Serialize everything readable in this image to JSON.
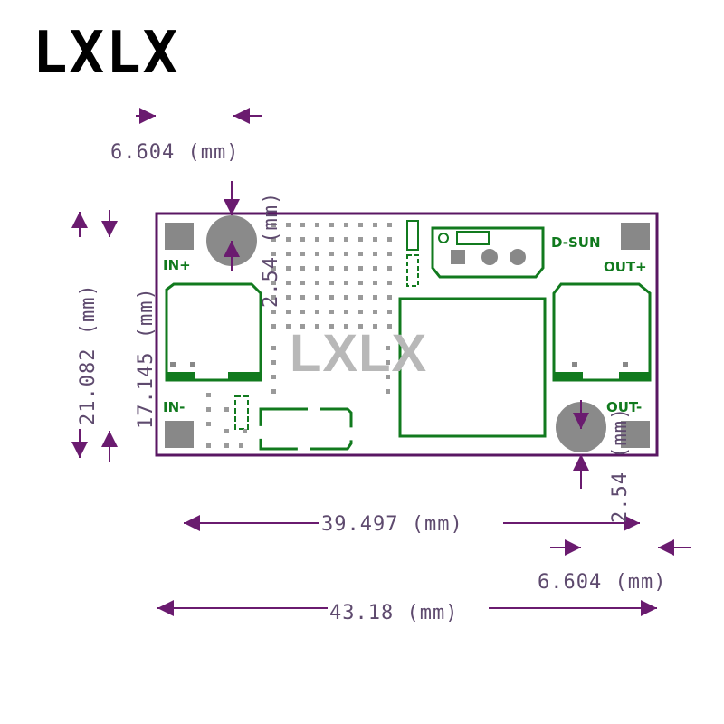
{
  "brand": "LXLX",
  "watermark": "LXLX",
  "board": {
    "labels": {
      "in_plus": "IN+",
      "in_minus": "IN-",
      "out_plus": "OUT+",
      "out_minus": "OUT-",
      "maker": "D-SUN"
    }
  },
  "dimensions": {
    "pad_pitch_top": "6.604 (mm)",
    "hole_offset_top": "2.54 (mm)",
    "board_height": "21.082 (mm)",
    "hole_spacing_vertical": "17.145 (mm)",
    "hole_spacing_horizontal": "39.497 (mm)",
    "pad_pitch_bottom": "6.604 (mm)",
    "board_width": "43.18 (mm)",
    "hole_offset_bottom": "2.54 (mm)"
  },
  "colors": {
    "dimension": "#6a1b6f",
    "dimension_text": "#5e4a6e",
    "board_outline": "#5a1763",
    "silkscreen": "#117a1e",
    "pad": "#888888",
    "watermark": "#b8b8b8"
  }
}
